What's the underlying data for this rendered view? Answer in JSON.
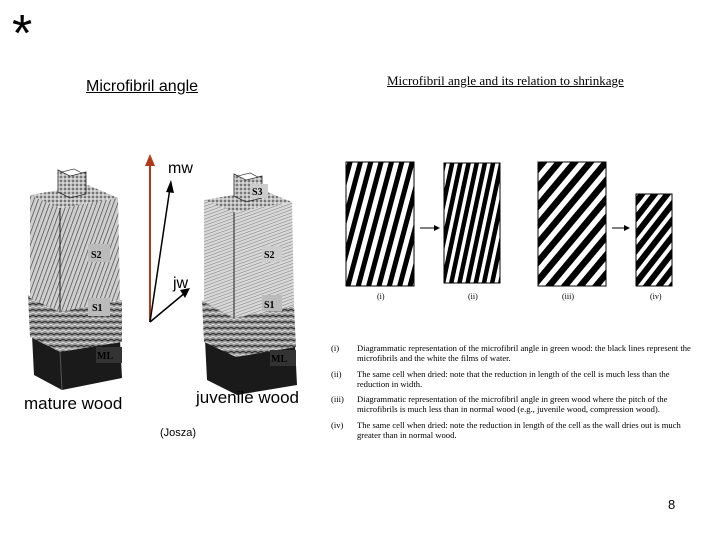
{
  "slide": {
    "asterisk": "*",
    "title": "Microfibril angle",
    "figure_title": "Microfibril angle and its relation to shrinkage",
    "label_mw": "mw",
    "label_jw": "jw",
    "label_mature": "mature wood",
    "label_juvenile": "juvenile wood",
    "credit": "(Josza)",
    "page_number": "8",
    "layer_labels": {
      "s3": "S3",
      "s2": "S2",
      "s1": "S1",
      "ml": "ML"
    },
    "panels": [
      "(i)",
      "(ii)",
      "(iii)",
      "(iv)"
    ],
    "captions": [
      {
        "num": "(i)",
        "text": "Diagrammatic representation of the microfibril angle in green wood: the black lines represent the microfibrils and the white the films of water."
      },
      {
        "num": "(ii)",
        "text": "The same cell when dried: note that the reduction in length of the cell is much less than the reduction in width."
      },
      {
        "num": "(iii)",
        "text": "Diagrammatic representation of the microfibril angle in green wood where the pitch of the microfibrils is much less than in normal wood (e.g., juvenile wood, compression wood)."
      },
      {
        "num": "(iv)",
        "text": "The same cell when dried: note the reduction in length of the cell as the wall dries out is much greater than in normal wood."
      }
    ]
  }
}
